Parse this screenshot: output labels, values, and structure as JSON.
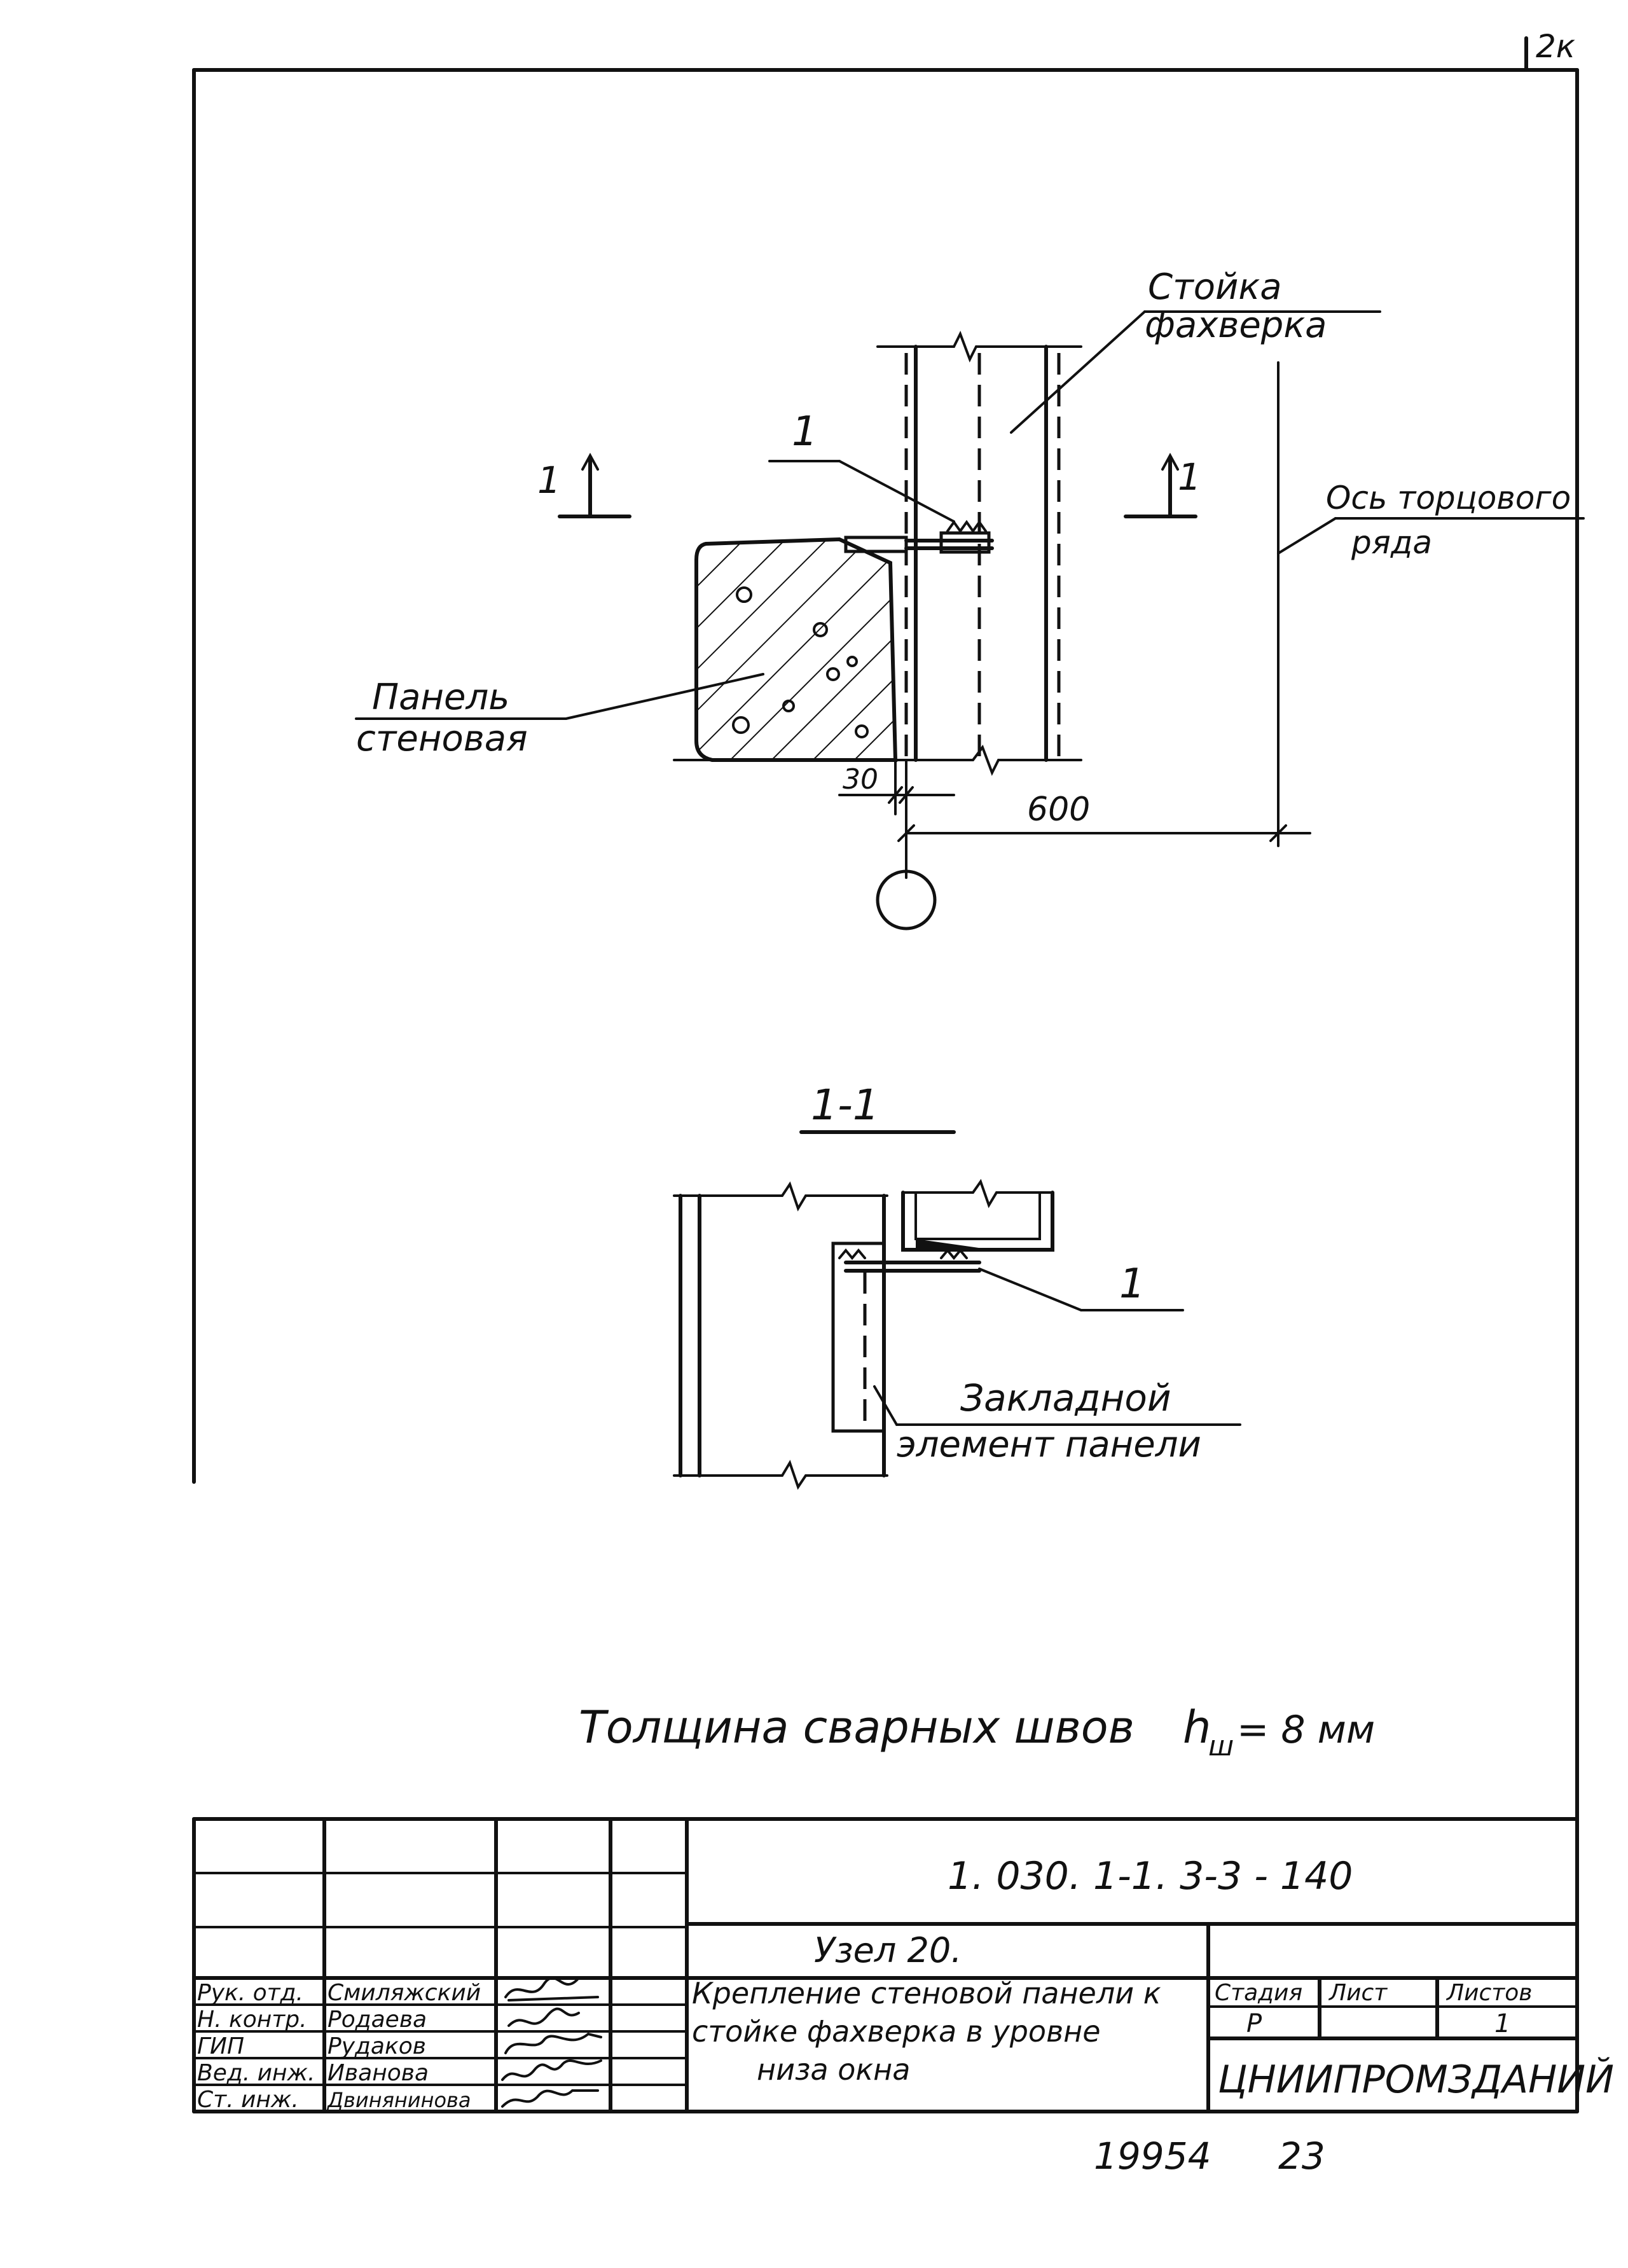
{
  "sheet": {
    "corner_mark": "2к"
  },
  "plan_view": {
    "section_mark_left": "1",
    "section_mark_right": "1",
    "item_callout": "1",
    "post_label_line1": "Стойка",
    "post_label_line2": "фахверка",
    "axis_label_line1": "Ось торцового",
    "axis_label_line2": "ряда",
    "panel_label_line1": "Панель",
    "panel_label_line2": "стеновая",
    "dim_30": "30",
    "dim_600": "600"
  },
  "section_view": {
    "title": "1-1",
    "item_callout": "1",
    "embed_label_line1": "Закладной",
    "embed_label_line2": "элемент панели"
  },
  "note": {
    "weld_text": "Толщина сварных швов",
    "weld_symbol": "h",
    "weld_subscript": "ш",
    "weld_value": "= 8 мм"
  },
  "title_block": {
    "doc_code": "1. 030. 1-1. 3-3 - 140",
    "roles": [
      "Рук. отд.",
      "Н. контр.",
      "ГИП",
      "Вед. инж.",
      "Ст. инж."
    ],
    "names": [
      "Смиляжский",
      "Родаева",
      "Рудаков",
      "Иванова",
      "Двинянинова"
    ],
    "title_line1": "Узел 20.",
    "title_line2": "Крепление стеновой панели к",
    "title_line3": "стойке фахверка в уровне",
    "title_line4": "низа окна",
    "stage_header": "Стадия",
    "sheet_header": "Лист",
    "sheets_header": "Листов",
    "stage_value": "Р",
    "sheet_value": "",
    "sheets_value": "1",
    "organization": "ЦНИИПРОМЗДАНИЙ"
  },
  "footer": {
    "archive_number": "19954",
    "page_number": "23"
  }
}
